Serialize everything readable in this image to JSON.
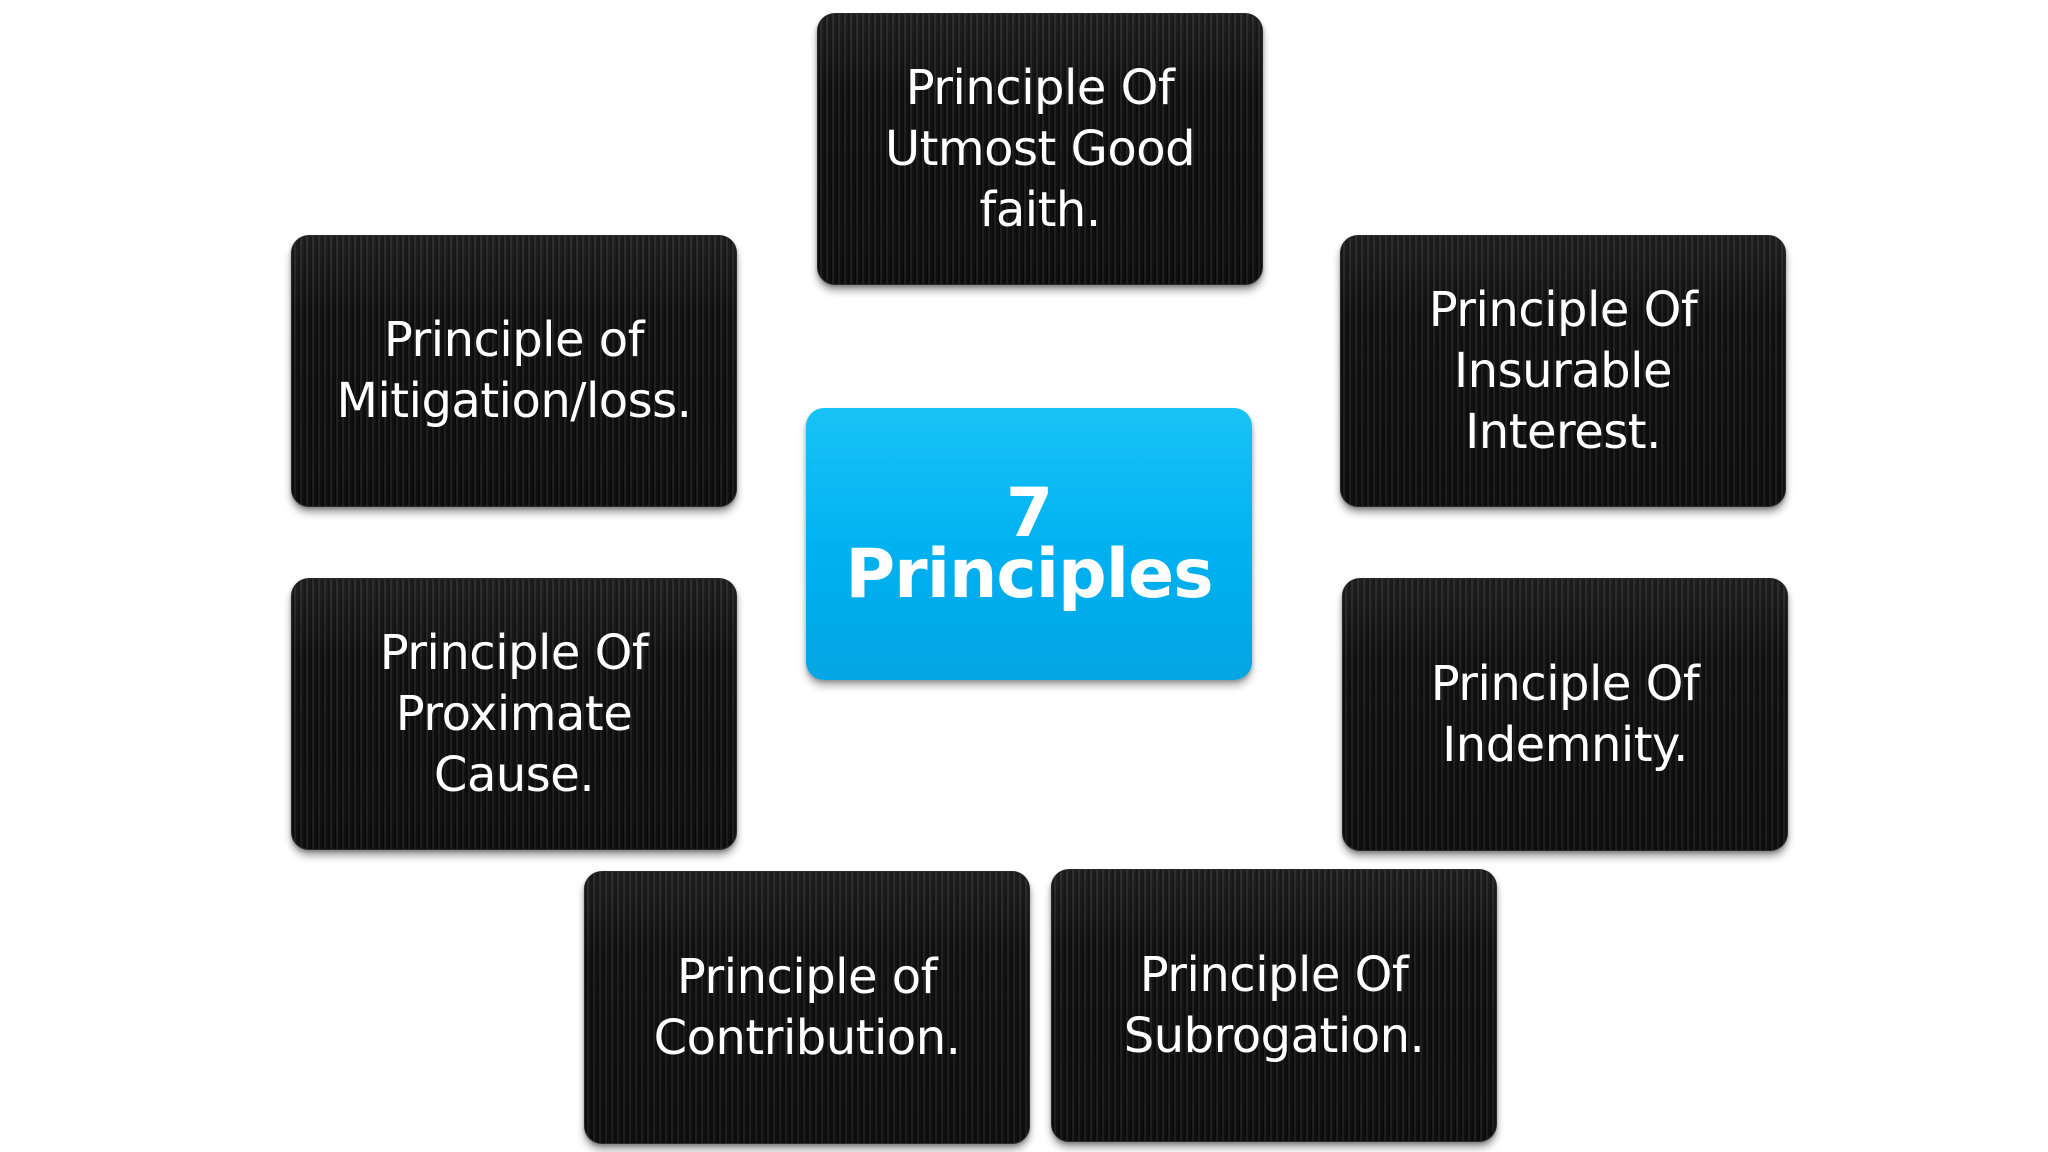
{
  "diagram": {
    "center": {
      "label": "7 Principles",
      "color": "#00b0f0"
    },
    "box_color": "#141414",
    "nodes": [
      {
        "id": "utmost-good-faith",
        "label": "Principle Of\nUtmost Good\nfaith."
      },
      {
        "id": "insurable-interest",
        "label": "Principle Of\nInsurable\nInterest."
      },
      {
        "id": "indemnity",
        "label": "Principle Of\nIndemnity."
      },
      {
        "id": "subrogation",
        "label": "Principle Of\nSubrogation."
      },
      {
        "id": "contribution",
        "label": "Principle of\nContribution."
      },
      {
        "id": "proximate-cause",
        "label": "Principle Of\nProximate\nCause."
      },
      {
        "id": "mitigation-loss",
        "label": "Principle of\nMitigation/loss."
      }
    ]
  }
}
